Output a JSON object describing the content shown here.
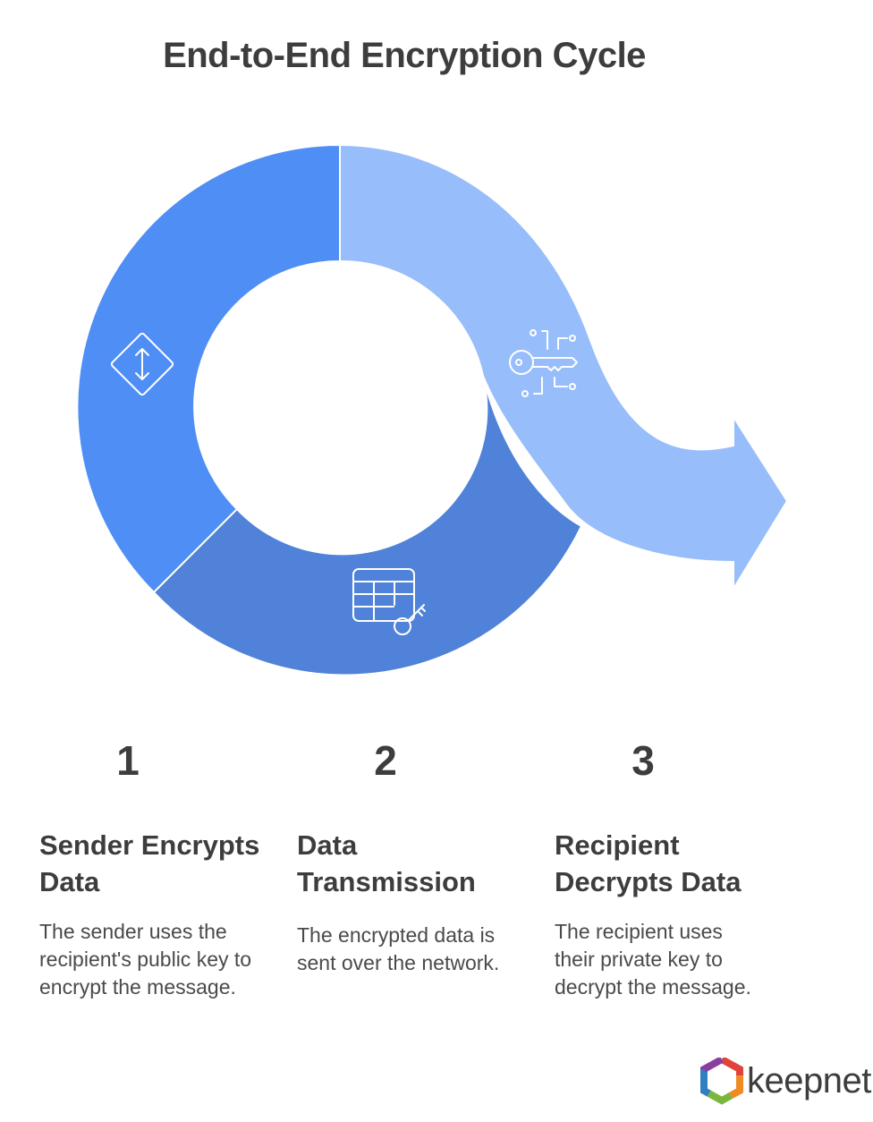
{
  "title": "End-to-End Encryption Cycle",
  "colors": {
    "segment_1": "#4f8ef5",
    "segment_2": "#4f82d8",
    "segment_3": "#97bdfa",
    "text": "#3d3d3d"
  },
  "icons": [
    "direction-updown-icon",
    "table-key-icon",
    "digital-key-icon"
  ],
  "steps": [
    {
      "number": "1",
      "title": "Sender Encrypts Data",
      "description": "The sender uses the recipient's public key to encrypt the message."
    },
    {
      "number": "2",
      "title": "Data Transmission",
      "description": "The encrypted data is sent over the network."
    },
    {
      "number": "3",
      "title": "Recipient Decrypts Data",
      "description": "The recipient uses their private key to decrypt the message."
    }
  ],
  "brand": {
    "name": "keepnet"
  }
}
